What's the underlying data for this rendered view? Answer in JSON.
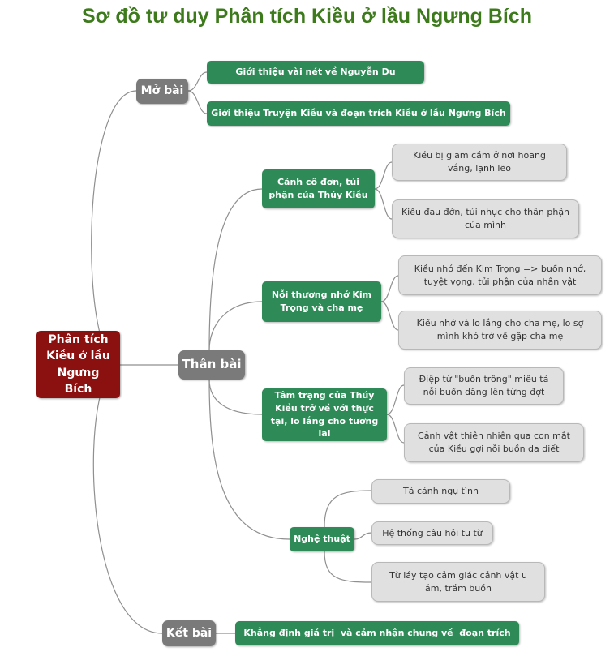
{
  "title": "Sơ đồ tư duy Phân tích Kiều ở lầu Ngưng Bích",
  "colors": {
    "title": "#3d7a1c",
    "root": "#8b1010",
    "branch": "#7a7a7a",
    "sub_branch": "#2e8b57",
    "leaf": "#e0e0e0",
    "link": "#888888"
  },
  "mindmap": {
    "root": "Phân tích Kiều ở lầu Ngưng Bích",
    "mo_bai": {
      "label": "Mở bài",
      "items": [
        "Giới thiệu vài nét về Nguyễn Du",
        "Giới thiệu Truyện Kiều và đoạn trích Kiều ở lầu Ngưng Bích"
      ]
    },
    "than_bai": {
      "label": "Thân bài",
      "canh_co_don": {
        "label": "Cảnh cô đơn, tủi phận của Thúy Kiều",
        "items": [
          "Kiều bị giam cầm ở nơi hoang vắng, lạnh lẽo",
          "Kiều đau đớn, tủi nhục cho thân phận của mình"
        ]
      },
      "noi_thuong_nho": {
        "label": "Nỗi thương nhớ Kim Trọng và cha mẹ",
        "items": [
          "Kiều nhớ đến Kim Trọng => buồn nhớ, tuyệt vọng, tủi phận của nhân vật",
          "Kiều nhớ và lo lắng cho cha mẹ, lo sợ mình khó trở về gặp cha mẹ"
        ]
      },
      "tam_trang": {
        "label": "Tâm trạng của Thúy Kiều trở về với thực tại, lo lắng cho tương lai",
        "items": [
          "Điệp từ \"buồn trông\" miêu tả nỗi buồn dâng lên từng đợt",
          "Cảnh vật thiên nhiên qua con mắt của Kiều gợi nỗi buồn da diết"
        ]
      },
      "nghe_thuat": {
        "label": "Nghệ thuật",
        "items": [
          "Tả cảnh ngụ tình",
          "Hệ thống câu hỏi tu từ",
          "Từ láy tạo cảm giác cảnh vật u ám, trầm buồn"
        ]
      }
    },
    "ket_bai": {
      "label": "Kết bài",
      "items": [
        "Khẳng định giá trị  và cảm nhận chung về  đoạn trích"
      ]
    }
  }
}
